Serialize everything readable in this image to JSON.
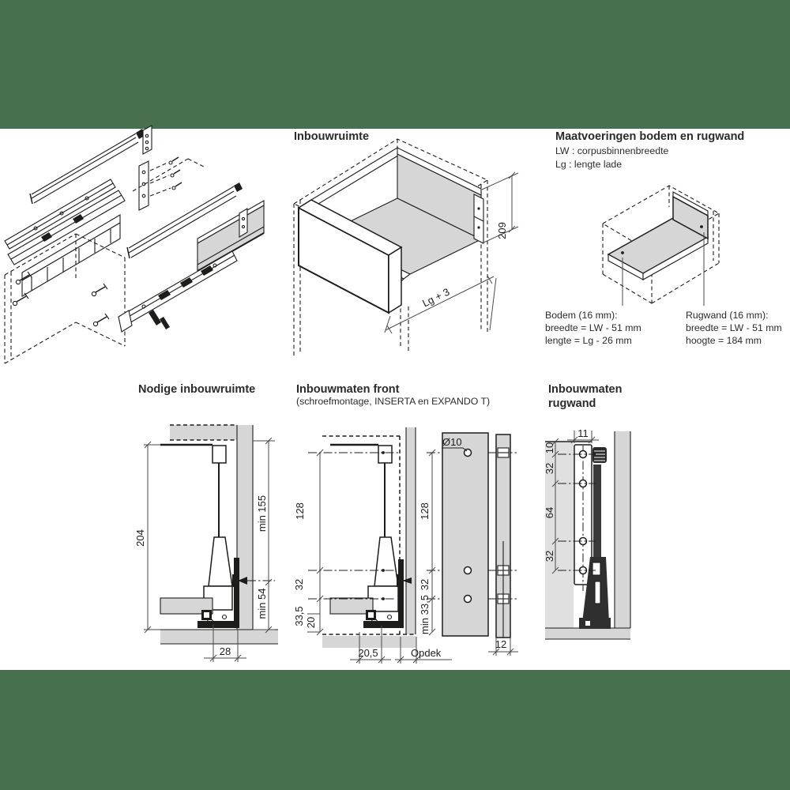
{
  "page": {
    "background_color": "#46704e",
    "sheet_color": "#ffffff",
    "line_color": "#1d1d1b",
    "panel_gray": "#d6d6d6"
  },
  "top_row": {
    "inbouwruimte": {
      "title": "Inbouwruimte",
      "height_dim": "209",
      "length_dim": "Lg + 3"
    },
    "maatvoeringen": {
      "title": "Maatvoeringen bodem en rugwand",
      "legend": [
        "LW : corpusbinnenbreedte",
        "Lg : lengte lade"
      ],
      "bodem_label": "Bodem (16 mm):",
      "bodem_lines": [
        "breedte = LW - 51 mm",
        "lengte = Lg - 26 mm"
      ],
      "rugwand_label": "Rugwand (16 mm):",
      "rugwand_lines": [
        "breedte = LW - 51 mm",
        "hoogte = 184 mm"
      ]
    }
  },
  "bottom_row": {
    "nodige": {
      "title": "Nodige inbouwruimte",
      "dim_total_height": "204",
      "dim_min_top": "min 155",
      "dim_min_bottom": "min 54",
      "dim_rear_gap": "28"
    },
    "front": {
      "title": "Inbouwmaten front",
      "subtitle": "(schroefmontage, INSERTA en EXPANDO T)",
      "dim_128_left": "128",
      "dim_32_left": "32",
      "dim_335_left": "33,5",
      "dim_20_left": "20",
      "dim_205_bottom": "20,5",
      "opdek_label": "Opdek",
      "hole_dia": "Ø10",
      "dim_128_right": "128",
      "dim_32_right": "32",
      "dim_min335_right": "min 33,5",
      "dim_12_thickness": "12"
    },
    "rugwand": {
      "title_line1": "Inbouwmaten",
      "title_line2": "rugwand",
      "dim_width": "11",
      "dim_10": "10",
      "dim_32_top": "32",
      "dim_64": "64",
      "dim_32_bottom": "32"
    }
  }
}
